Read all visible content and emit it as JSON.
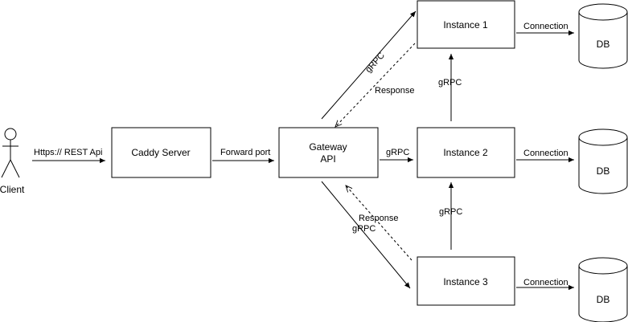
{
  "nodes": {
    "client": "Client",
    "caddy": "Caddy Server",
    "gateway_line1": "Gateway",
    "gateway_line2": "API",
    "instance1": "Instance 1",
    "instance2": "Instance 2",
    "instance3": "Instance 3",
    "db1": "DB",
    "db2": "DB",
    "db3": "DB"
  },
  "edges": {
    "client_caddy": "Https:// REST Api",
    "caddy_gateway": "Forward port",
    "gateway_instance1": "gRPC",
    "instance1_gateway_response": "Response",
    "gateway_instance2": "gRPC",
    "gateway_instance3": "gRPC",
    "instance3_gateway_response": "Response",
    "instance2_instance1": "gRPC",
    "instance3_instance2": "gRPC",
    "instance1_db": "Connection",
    "instance2_db": "Connection",
    "instance3_db": "Connection"
  },
  "colors": {
    "stroke": "#000000",
    "fill": "#ffffff"
  }
}
